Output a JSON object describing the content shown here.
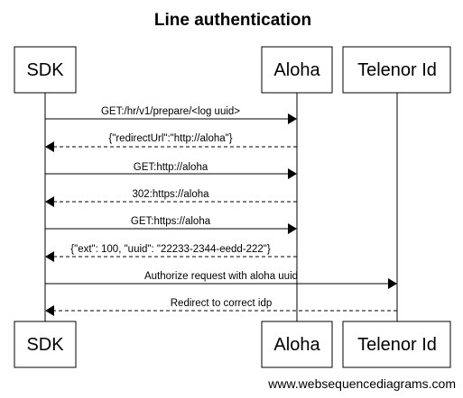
{
  "title": "Line authentication",
  "participants": [
    {
      "id": "sdk",
      "label": "SDK"
    },
    {
      "id": "aloha",
      "label": "Aloha"
    },
    {
      "id": "telenor",
      "label": "Telenor Id"
    }
  ],
  "messages": [
    {
      "from": "sdk",
      "to": "aloha",
      "label": "GET:/hr/v1/prepare/<log uuid>",
      "style": "solid"
    },
    {
      "from": "aloha",
      "to": "sdk",
      "label": "{\"redirectUrl\":\"http://aloha\"}",
      "style": "dashed"
    },
    {
      "from": "sdk",
      "to": "aloha",
      "label": "GET:http://aloha",
      "style": "solid"
    },
    {
      "from": "aloha",
      "to": "sdk",
      "label": "302:https://aloha",
      "style": "dashed"
    },
    {
      "from": "sdk",
      "to": "aloha",
      "label": "GET:https://aloha",
      "style": "solid"
    },
    {
      "from": "aloha",
      "to": "sdk",
      "label": "{\"ext\": 100, \"uuid\": \"22233-2344-eedd-222\"}",
      "style": "dashed"
    },
    {
      "from": "sdk",
      "to": "telenor",
      "label": "Authorize request with aloha uuid",
      "style": "solid"
    },
    {
      "from": "telenor",
      "to": "sdk",
      "label": "Redirect to correct idp",
      "style": "dashed"
    }
  ],
  "watermark": "www.websequencediagrams.com"
}
